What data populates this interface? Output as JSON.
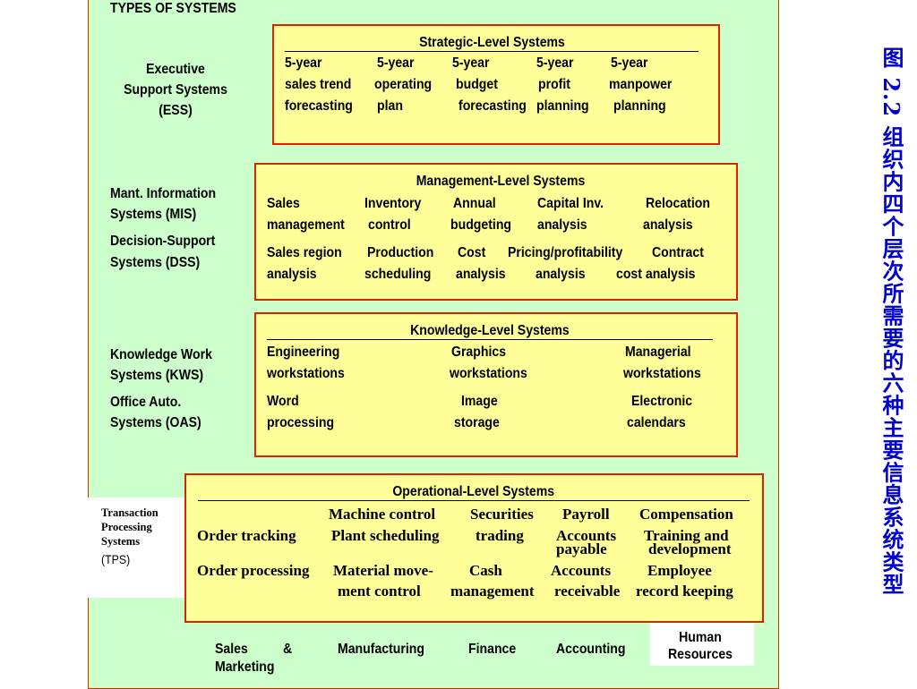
{
  "page_title": "TYPES OF SYSTEMS",
  "caption": "图 2.2 组织内四个层次所需要的六种主要信息系统类型",
  "left_labels": {
    "ess": [
      "Executive",
      "Support Systems",
      "(ESS)"
    ],
    "mis": [
      "Mant. Information",
      "Systems (MIS)"
    ],
    "dss": [
      "Decision-Support",
      "Systems (DSS)"
    ],
    "kws": [
      "Knowledge Work",
      "Systems (KWS)"
    ],
    "oas": [
      "Office Auto.",
      "Systems (OAS)"
    ],
    "tps": [
      "Transaction",
      "Processing",
      "Systems",
      "(TPS)"
    ]
  },
  "strategic": {
    "title": "Strategic-Level Systems",
    "items": [
      [
        "5-year",
        "sales trend",
        "forecasting"
      ],
      [
        "5-year",
        "operating",
        "plan"
      ],
      [
        "5-year",
        "budget",
        "forecasting"
      ],
      [
        "5-year",
        "profit",
        "planning"
      ],
      [
        "5-year",
        "manpower",
        "planning"
      ]
    ]
  },
  "management": {
    "title": "Management-Level Systems",
    "row1": [
      [
        "Sales",
        "management"
      ],
      [
        "Inventory",
        "control"
      ],
      [
        "Annual",
        "budgeting"
      ],
      [
        "Capital Inv.",
        "analysis"
      ],
      [
        "Relocation",
        "analysis"
      ]
    ],
    "row2": [
      [
        "Sales region",
        "analysis"
      ],
      [
        "Production",
        "scheduling"
      ],
      [
        "Cost",
        "analysis"
      ],
      [
        "Pricing/profitability",
        "analysis"
      ],
      [
        "Contract",
        "cost analysis"
      ]
    ]
  },
  "knowledge": {
    "title": "Knowledge-Level Systems",
    "row1": [
      [
        "Engineering",
        "workstations"
      ],
      [
        "Graphics",
        "workstations"
      ],
      [
        "Managerial",
        "workstations"
      ]
    ],
    "row2": [
      [
        "Word",
        "processing"
      ],
      [
        "Image",
        "storage"
      ],
      [
        "Electronic",
        "calendars"
      ]
    ]
  },
  "operational": {
    "title": "Operational-Level Systems",
    "row1": [
      "Machine control",
      "Securities",
      "Payroll",
      "Compensation"
    ],
    "row2": [
      "Order tracking",
      "Plant scheduling",
      "trading",
      "Accounts",
      "Training and"
    ],
    "row2b": [
      "payable",
      "development"
    ],
    "row3": [
      "Order processing",
      "Material move-",
      "Cash",
      "Accounts",
      "Employee"
    ],
    "row3b": [
      "ment control",
      "management",
      "receivable",
      "record keeping"
    ]
  },
  "functions": {
    "sales_a": "Sales",
    "sales_amp": "&",
    "sales_b": "Marketing",
    "manufacturing": "Manufacturing",
    "finance": "Finance",
    "accounting": "Accounting",
    "hr": [
      "Human",
      "Resources"
    ]
  },
  "colors": {
    "panel_bg": "#ccffcc",
    "box_bg": "#ffff99",
    "box_border": "#dd2200",
    "caption": "#0000cc"
  }
}
